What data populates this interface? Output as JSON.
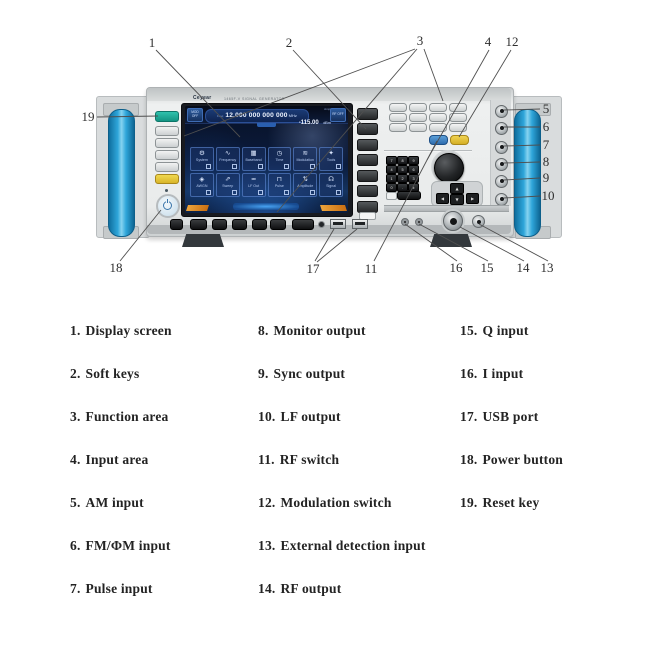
{
  "colors": {
    "handle_blue": "#2fa6da",
    "preset_teal": "#18a28f",
    "mod_key_yellow": "#e4c636",
    "rf_key_blue": "#3a7fc1",
    "screen_navy": "#0b1e3e",
    "orange_tab": "#d9831f"
  },
  "device": {
    "brand": "Ceyear",
    "model": "1465F-V SIGNAL GENERATOR",
    "screen": {
      "badge_mod": "MOD OFF",
      "badge_rf": "RF OFF",
      "freq_label": "Freq",
      "freq_value": "12.000 000 000 000",
      "freq_unit": "MHz",
      "ampl_label": "Ampl",
      "ampl_value": "-115.00",
      "ampl_unit": "dBm",
      "tiles": [
        {
          "icon": "⚙",
          "label": "System"
        },
        {
          "icon": "∿",
          "label": "Frequency"
        },
        {
          "icon": "▦",
          "label": "Baseband"
        },
        {
          "icon": "◷",
          "label": "Time"
        },
        {
          "icon": "≋",
          "label": "Modulation"
        },
        {
          "icon": "✦",
          "label": "Tools"
        },
        {
          "icon": "◈",
          "label": "AWGN"
        },
        {
          "icon": "⇗",
          "label": "Sweep"
        },
        {
          "icon": "≈",
          "label": "LF Out"
        },
        {
          "icon": "⊓",
          "label": "Pulse"
        },
        {
          "icon": "⇅",
          "label": "Amplitude"
        },
        {
          "icon": "☊",
          "label": "Signal"
        }
      ]
    },
    "keypad_rows": [
      [
        "7",
        "8",
        "9"
      ],
      [
        "4",
        "5",
        "6"
      ],
      [
        "1",
        "2",
        "3"
      ],
      [
        "0",
        ".",
        "±"
      ]
    ],
    "dpad": {
      "up": "▲",
      "left": "◀",
      "down": "▼",
      "right": "▶"
    }
  },
  "callouts": {
    "n1": "1",
    "n2": "2",
    "n3": "3",
    "n4": "4",
    "n5": "5",
    "n6": "6",
    "n7": "7",
    "n8": "8",
    "n9": "9",
    "n10": "10",
    "n11": "11",
    "n12": "12",
    "n13": "13",
    "n14": "14",
    "n15": "15",
    "n16": "16",
    "n17": "17",
    "n18": "18",
    "n19": "19"
  },
  "legend": {
    "col1": [
      {
        "num": "1.",
        "label": "Display screen"
      },
      {
        "num": "2.",
        "label": "Soft keys"
      },
      {
        "num": "3.",
        "label": "Function area"
      },
      {
        "num": "4.",
        "label": "Input area"
      },
      {
        "num": "5.",
        "label": "AM input"
      },
      {
        "num": "6.",
        "label": "FM/ΦM input"
      },
      {
        "num": "7.",
        "label": "Pulse input"
      }
    ],
    "col2": [
      {
        "num": "8.",
        "label": "Monitor output"
      },
      {
        "num": "9.",
        "label": "Sync output"
      },
      {
        "num": "10.",
        "label": "LF output"
      },
      {
        "num": "11.",
        "label": "RF switch"
      },
      {
        "num": "12.",
        "label": "Modulation switch"
      },
      {
        "num": "13.",
        "label": "External detection input"
      },
      {
        "num": "14.",
        "label": "RF output"
      }
    ],
    "col3": [
      {
        "num": "15.",
        "label": "Q input"
      },
      {
        "num": "16.",
        "label": "I input"
      },
      {
        "num": "17.",
        "label": "USB port"
      },
      {
        "num": "18.",
        "label": "Power button"
      },
      {
        "num": "19.",
        "label": "Reset key"
      }
    ]
  }
}
